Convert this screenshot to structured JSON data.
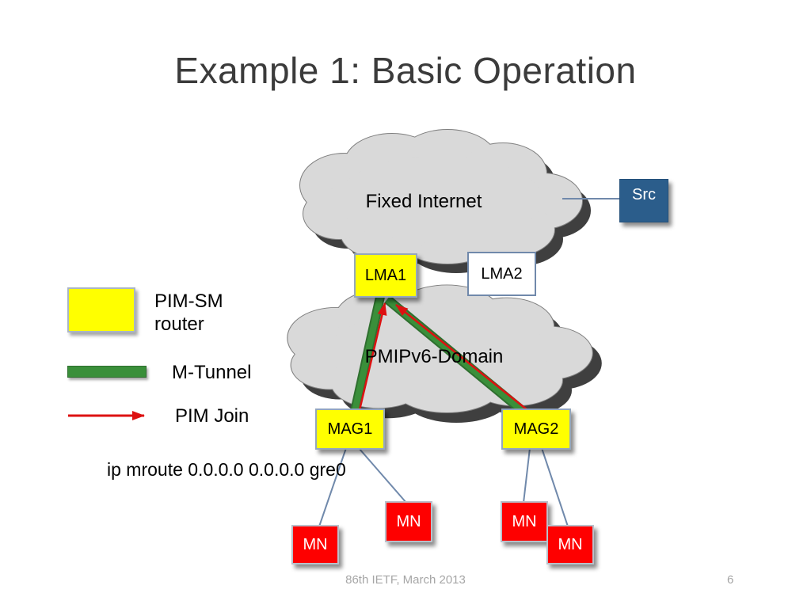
{
  "slide": {
    "title": "Example 1: Basic Operation",
    "annotation": "ip mroute 0.0.0.0 0.0.0.0 gre0",
    "footer": {
      "center": "86th IETF, March 2013",
      "page_number": "6"
    }
  },
  "clouds": {
    "fixed_internet": {
      "label": "Fixed Internet"
    },
    "pmipv6_domain": {
      "label": "PMIPv6-Domain"
    }
  },
  "nodes": {
    "src": {
      "label": "Src"
    },
    "lma1": {
      "label": "LMA1"
    },
    "lma2": {
      "label": "LMA2"
    },
    "mag1": {
      "label": "MAG1"
    },
    "mag2": {
      "label": "MAG2"
    },
    "mn_a": {
      "label": "MN"
    },
    "mn_b": {
      "label": "MN"
    },
    "mn_c": {
      "label": "MN"
    },
    "mn_d": {
      "label": "MN"
    }
  },
  "legend": {
    "router_label": "PIM-SM router",
    "tunnel_label": "M-Tunnel",
    "join_label": "PIM Join"
  },
  "colors": {
    "pim_router_yellow": "#ffff00",
    "mn_red": "#fe0000",
    "src_blue": "#2b5d8b",
    "tunnel_green": "#3a8f3a",
    "pim_join_red": "#dd1111",
    "link_blue": "#7089ab",
    "cloud_fill": "#d9d9d9",
    "cloud_outline": "#7f7f7f",
    "cloud_shadow": "#3f3f3f"
  }
}
